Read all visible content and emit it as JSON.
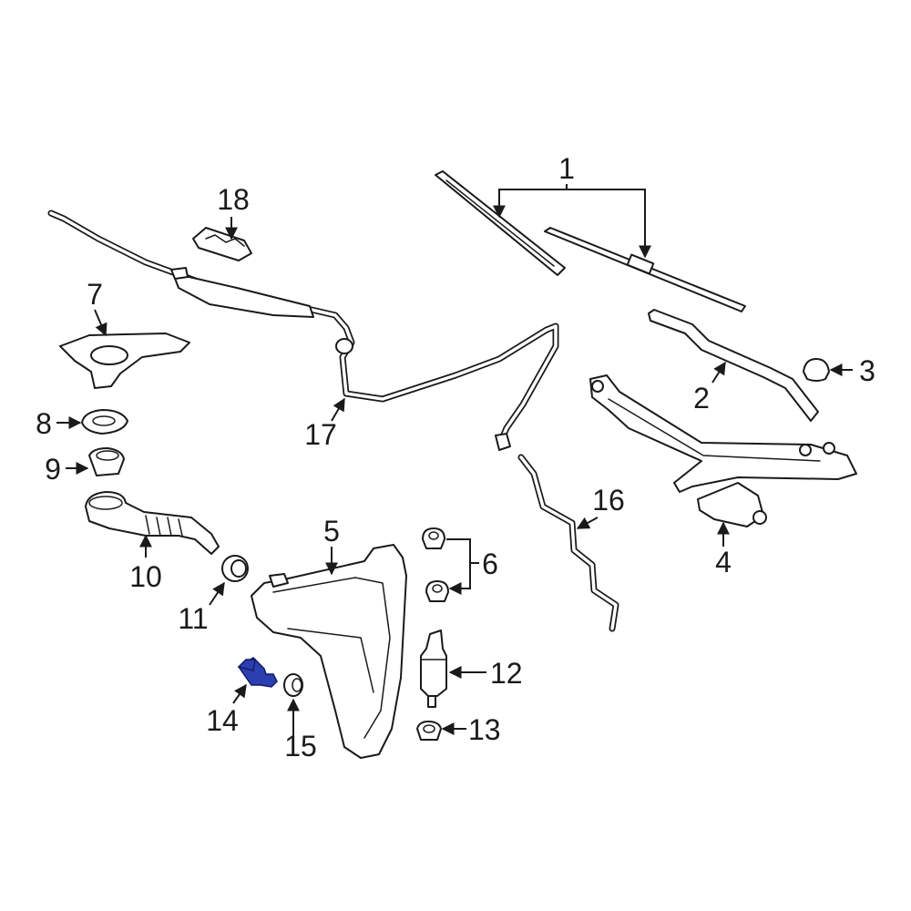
{
  "highlight_color": "#2c3fb0",
  "line_color": "#1a1a1a",
  "background_color": "#ffffff",
  "highlighted_part": "14",
  "callouts": [
    {
      "id": "c1",
      "label": "1"
    },
    {
      "id": "c2",
      "label": "2"
    },
    {
      "id": "c3",
      "label": "3"
    },
    {
      "id": "c4",
      "label": "4"
    },
    {
      "id": "c5",
      "label": "5"
    },
    {
      "id": "c6",
      "label": "6"
    },
    {
      "id": "c7",
      "label": "7"
    },
    {
      "id": "c8",
      "label": "8"
    },
    {
      "id": "c9",
      "label": "9"
    },
    {
      "id": "c10",
      "label": "10"
    },
    {
      "id": "c11",
      "label": "11"
    },
    {
      "id": "c12",
      "label": "12"
    },
    {
      "id": "c13",
      "label": "13"
    },
    {
      "id": "c14",
      "label": "14"
    },
    {
      "id": "c15",
      "label": "15"
    },
    {
      "id": "c16",
      "label": "16"
    },
    {
      "id": "c17",
      "label": "17"
    },
    {
      "id": "c18",
      "label": "18"
    }
  ]
}
